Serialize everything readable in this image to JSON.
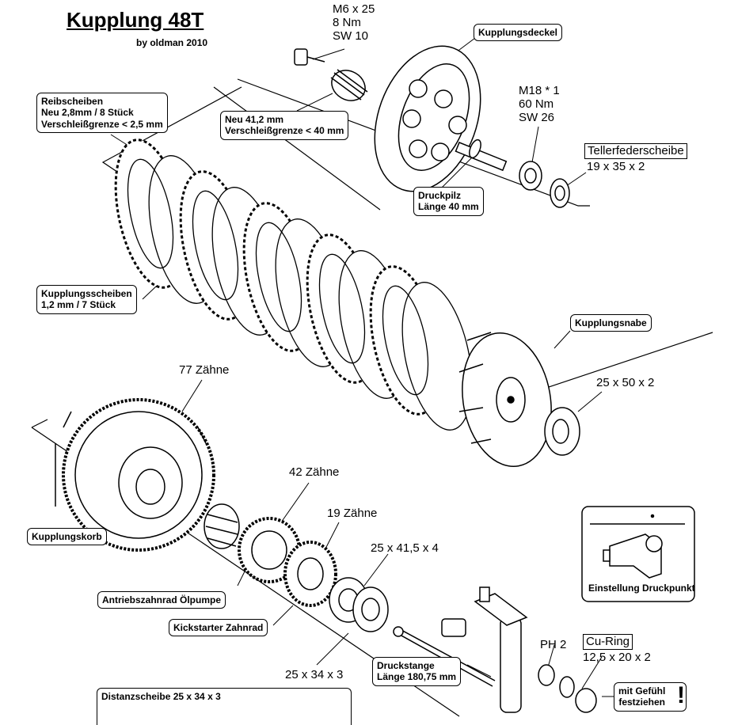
{
  "title": "Kupplung 48T",
  "subtitle": "by oldman 2010",
  "labels": {
    "screw_spec": [
      "M6 x 25",
      "8 Nm",
      "SW 10"
    ],
    "nut_spec": [
      "M18 * 1",
      "60 Nm",
      "SW 26"
    ],
    "kupplungsdeckel": "Kupplungsdeckel",
    "tellerfederscheibe": "Tellerfederscheibe",
    "tellerfeder_size": "19 x 35 x 2",
    "reibscheiben": [
      "Reibscheiben",
      "Neu 2,8mm / 8 Stück",
      "Verschleißgrenze < 2,5 mm"
    ],
    "feder": [
      "Neu 41,2 mm",
      "Verschleißgrenze < 40 mm"
    ],
    "druckpilz": [
      "Druckpilz",
      "Länge 40 mm"
    ],
    "kupplungsscheiben": [
      "Kupplungsscheiben",
      "1,2 mm / 7 Stück"
    ],
    "kupplungsnabe": "Kupplungsnabe",
    "washer_25_50": "25 x 50 x 2",
    "zaehne_77": "77 Zähne",
    "zaehne_42": "42 Zähne",
    "zaehne_19": "19 Zähne",
    "washer_25_41": "25 x 41,5 x 4",
    "kupplungskorb": "Kupplungskorb",
    "antrieb": "Antriebszahnrad Ölpumpe",
    "kickstarter": "Kickstarter Zahnrad",
    "einstellung": "Einstellung Druckpunkt",
    "ph2": "PH 2",
    "cu_ring": "Cu-Ring",
    "cu_ring_size": "12,5 x 20 x 2",
    "druckstange": [
      "Druckstange",
      "Länge 180,75 mm"
    ],
    "washer_25_34": "25 x 34 x 3",
    "distanzscheibe": "Distanzscheibe 25 x 34 x 3",
    "gefuehl": [
      "mit Gefühl",
      "festziehen"
    ],
    "exclamation": "!"
  }
}
